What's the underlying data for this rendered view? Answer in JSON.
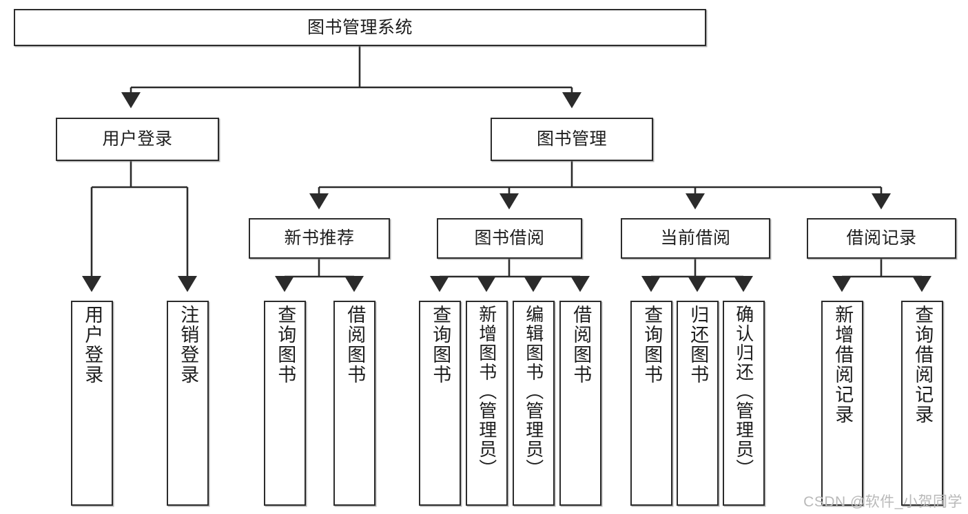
{
  "diagram": {
    "title": "图书管理系统",
    "type": "hierarchy-tree",
    "colors": {
      "box_border": "#2b2b2b",
      "box_fill": "#ffffff",
      "connector": "#2b2b2b",
      "watermark": "#b9b9b9",
      "background": "#ffffff"
    },
    "watermark": "CSDN @软件_小贺同学",
    "levels": {
      "level1": [
        {
          "id": "root",
          "label": "图书管理系统"
        }
      ],
      "level2": [
        {
          "id": "user-login",
          "label": "用户登录"
        },
        {
          "id": "book-management",
          "label": "图书管理"
        }
      ],
      "level3": [
        {
          "id": "new-book-recommend",
          "label": "新书推荐"
        },
        {
          "id": "book-borrow",
          "label": "图书借阅"
        },
        {
          "id": "current-borrow",
          "label": "当前借阅"
        },
        {
          "id": "borrow-record",
          "label": "借阅记录"
        }
      ],
      "leaves": [
        {
          "id": "leaf-user-login",
          "label": "用户登录",
          "parent": "user-login"
        },
        {
          "id": "leaf-logout-login",
          "label": "注销登录",
          "parent": "user-login"
        },
        {
          "id": "leaf-query-book-1",
          "label": "查询图书",
          "parent": "new-book-recommend"
        },
        {
          "id": "leaf-borrow-book-1",
          "label": "借阅图书",
          "parent": "new-book-recommend"
        },
        {
          "id": "leaf-query-book-2",
          "label": "查询图书",
          "parent": "book-borrow"
        },
        {
          "id": "leaf-add-book",
          "label": "新增图书（管理员）",
          "parent": "book-borrow"
        },
        {
          "id": "leaf-edit-book",
          "label": "编辑图书（管理员）",
          "parent": "book-borrow"
        },
        {
          "id": "leaf-borrow-book-2",
          "label": "借阅图书",
          "parent": "book-borrow"
        },
        {
          "id": "leaf-query-book-3",
          "label": "查询图书",
          "parent": "current-borrow"
        },
        {
          "id": "leaf-return-book",
          "label": "归还图书",
          "parent": "current-borrow"
        },
        {
          "id": "leaf-confirm-return",
          "label": "确认归还（管理员）",
          "parent": "current-borrow"
        },
        {
          "id": "leaf-add-record",
          "label": "新增借阅记录",
          "parent": "borrow-record"
        },
        {
          "id": "leaf-query-record",
          "label": "查询借阅记录",
          "parent": "borrow-record"
        }
      ]
    }
  }
}
